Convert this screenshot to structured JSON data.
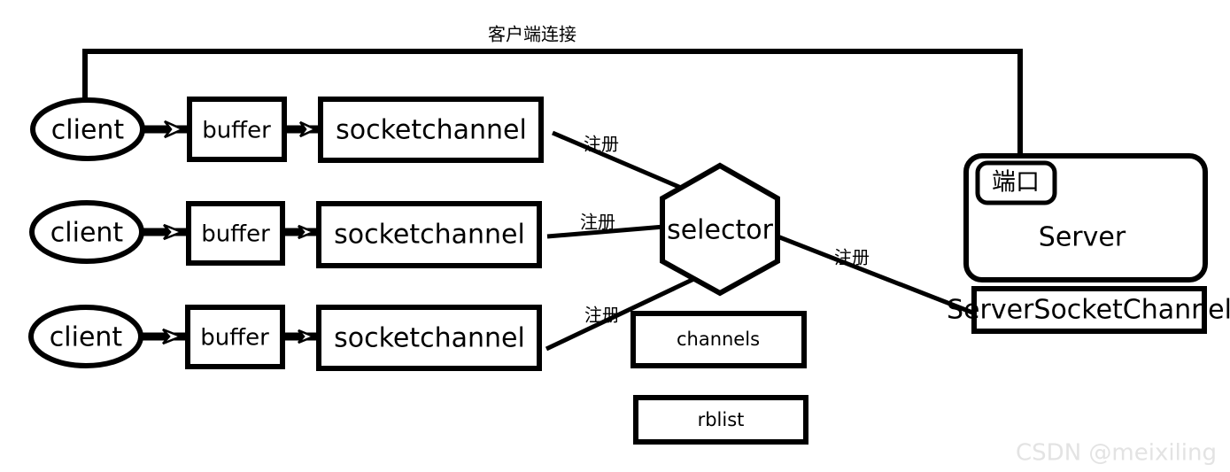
{
  "diagram": {
    "title_label": "客户端连接",
    "watermark": "CSDN @meixiling",
    "background_color": "#ffffff",
    "stroke_color": "#000000",
    "watermark_color": "#e3e3e3",
    "rows": [
      {
        "client": "client",
        "buffer": "buffer",
        "channel": "socketchannel",
        "register_label": "注册"
      },
      {
        "client": "client",
        "buffer": "buffer",
        "channel": "socketchannel",
        "register_label": "注册"
      },
      {
        "client": "client",
        "buffer": "buffer",
        "channel": "socketchannel",
        "register_label": "注册"
      }
    ],
    "selector": {
      "label": "selector",
      "shape": "hexagon"
    },
    "registries": [
      {
        "label": "channels"
      },
      {
        "label": "rblist"
      }
    ],
    "server": {
      "label": "Server",
      "port_label": "端口",
      "socket_channel_label": "ServerSocketChannel",
      "register_label": "注册"
    }
  }
}
